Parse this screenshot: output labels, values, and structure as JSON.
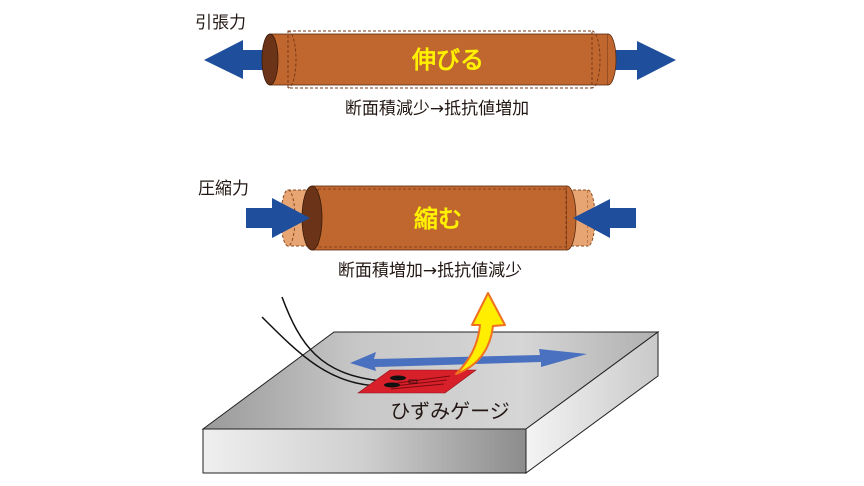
{
  "tension": {
    "force_label": "引張力",
    "body_label": "伸びる",
    "caption": "断面積減少→抵抗値増加"
  },
  "compression": {
    "force_label": "圧縮力",
    "body_label": "縮む",
    "caption": "断面積増加→抵抗値減少"
  },
  "gauge": {
    "label": "ひずみゲージ"
  },
  "colors": {
    "cylinder": "#c0672f",
    "cylinder_end": "#6b3418",
    "cylinder_ghost": "#e8a574",
    "force_arrow": "#1f4e9c",
    "strain_arrow": "#4a70c0",
    "inner_text": "#fff100",
    "heat_arrow_fill": "#ffee00",
    "heat_arrow_stroke": "#f07020",
    "gauge": "#d8202a",
    "plate_light": "#ececec",
    "plate_dark": "#8f8f8f"
  }
}
